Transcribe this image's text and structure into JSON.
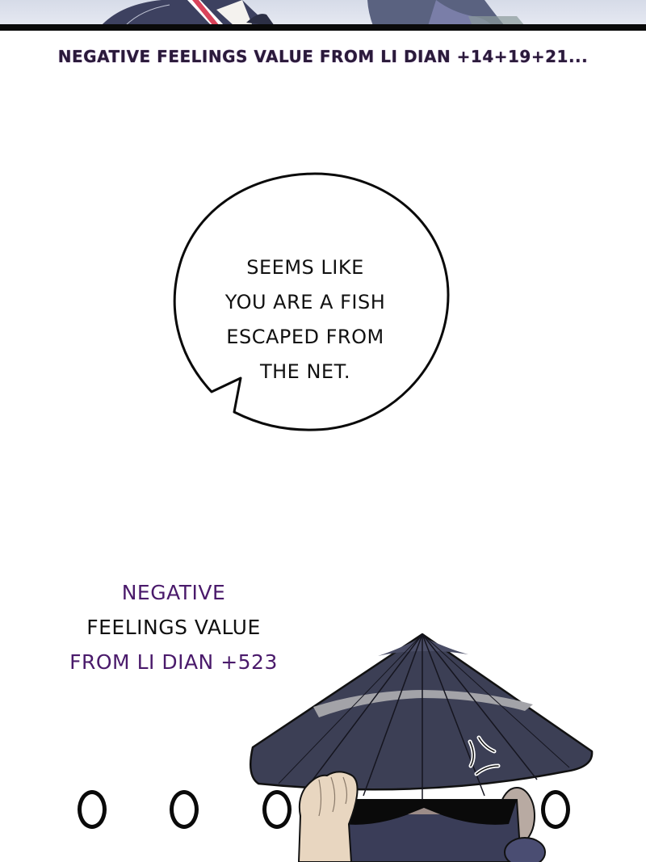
{
  "panels": {
    "top_caption": "NEGATIVE FEELINGS VALUE FROM LI DIAN +14+19+21...",
    "speech_bubble": {
      "lines": [
        "SEEMS LIKE",
        "YOU ARE A FISH",
        "ESCAPED FROM",
        "THE NET."
      ]
    },
    "bottom_caption": {
      "line1": "NEGATIVE",
      "line2": "FEELINGS VALUE",
      "line3": "FROM LI DIAN +523"
    },
    "sound_effect": [
      "O",
      "O",
      "O",
      "O"
    ],
    "colors": {
      "caption_purple": "#4a1a6b",
      "caption_dark": "#2a1a3a",
      "hat_dark": "#3c3f55",
      "hat_band": "#a3a3a8",
      "skin": "#e8d6c0"
    }
  }
}
